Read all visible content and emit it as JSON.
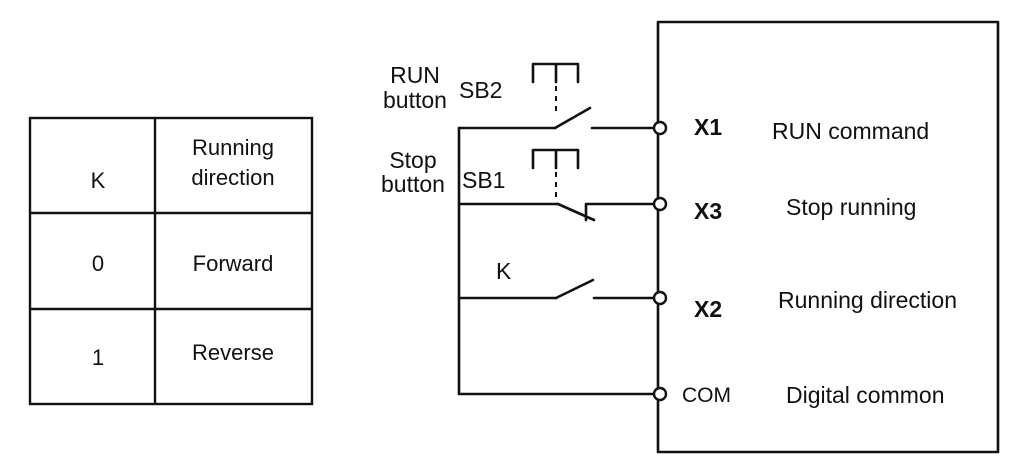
{
  "table": {
    "header": [
      "K",
      "Running direction"
    ],
    "rows": [
      [
        "0",
        "Forward"
      ],
      [
        "1",
        "Reverse"
      ]
    ]
  },
  "switches": {
    "run_button": {
      "label": "RUN button",
      "id": "SB2"
    },
    "stop_button": {
      "label": "Stop button",
      "id": "SB1"
    },
    "direction_switch": {
      "id": "K"
    }
  },
  "terminals": [
    {
      "name": "X1",
      "function": "RUN command"
    },
    {
      "name": "X3",
      "function": "Stop running"
    },
    {
      "name": "X2",
      "function": "Running direction"
    },
    {
      "name": "COM",
      "function": "Digital common"
    }
  ],
  "colors": {
    "line": "#111111",
    "background": "#ffffff"
  }
}
